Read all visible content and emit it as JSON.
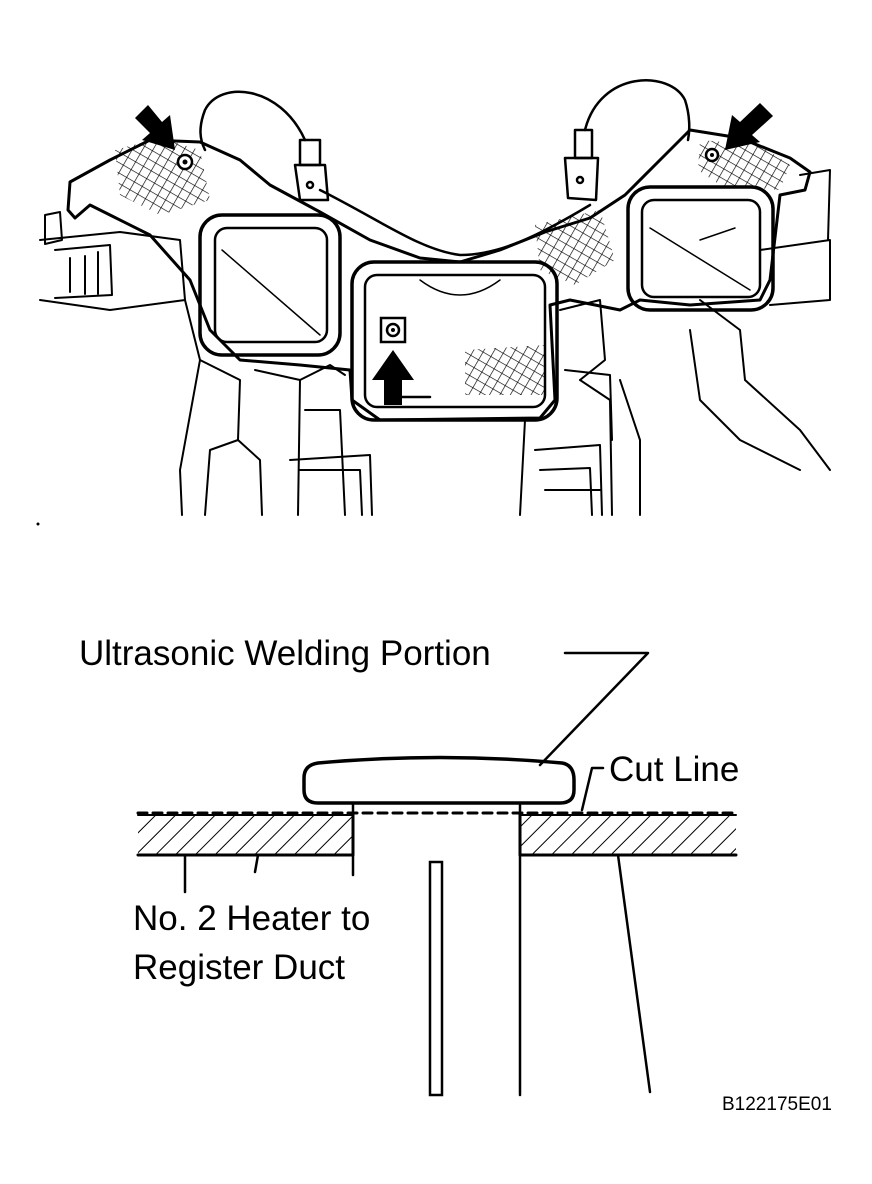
{
  "labels": {
    "ultrasonic_welding_portion": "Ultrasonic Welding Portion",
    "cut_line": "Cut Line",
    "duct_line1": "No. 2 Heater to",
    "duct_line2": "Register Duct",
    "figure_code": "B122175E01"
  },
  "colors": {
    "ink": "#000000",
    "paper": "#ffffff"
  },
  "arrows": [
    "arrow-left-screw",
    "arrow-right-screw",
    "arrow-center-screw"
  ]
}
